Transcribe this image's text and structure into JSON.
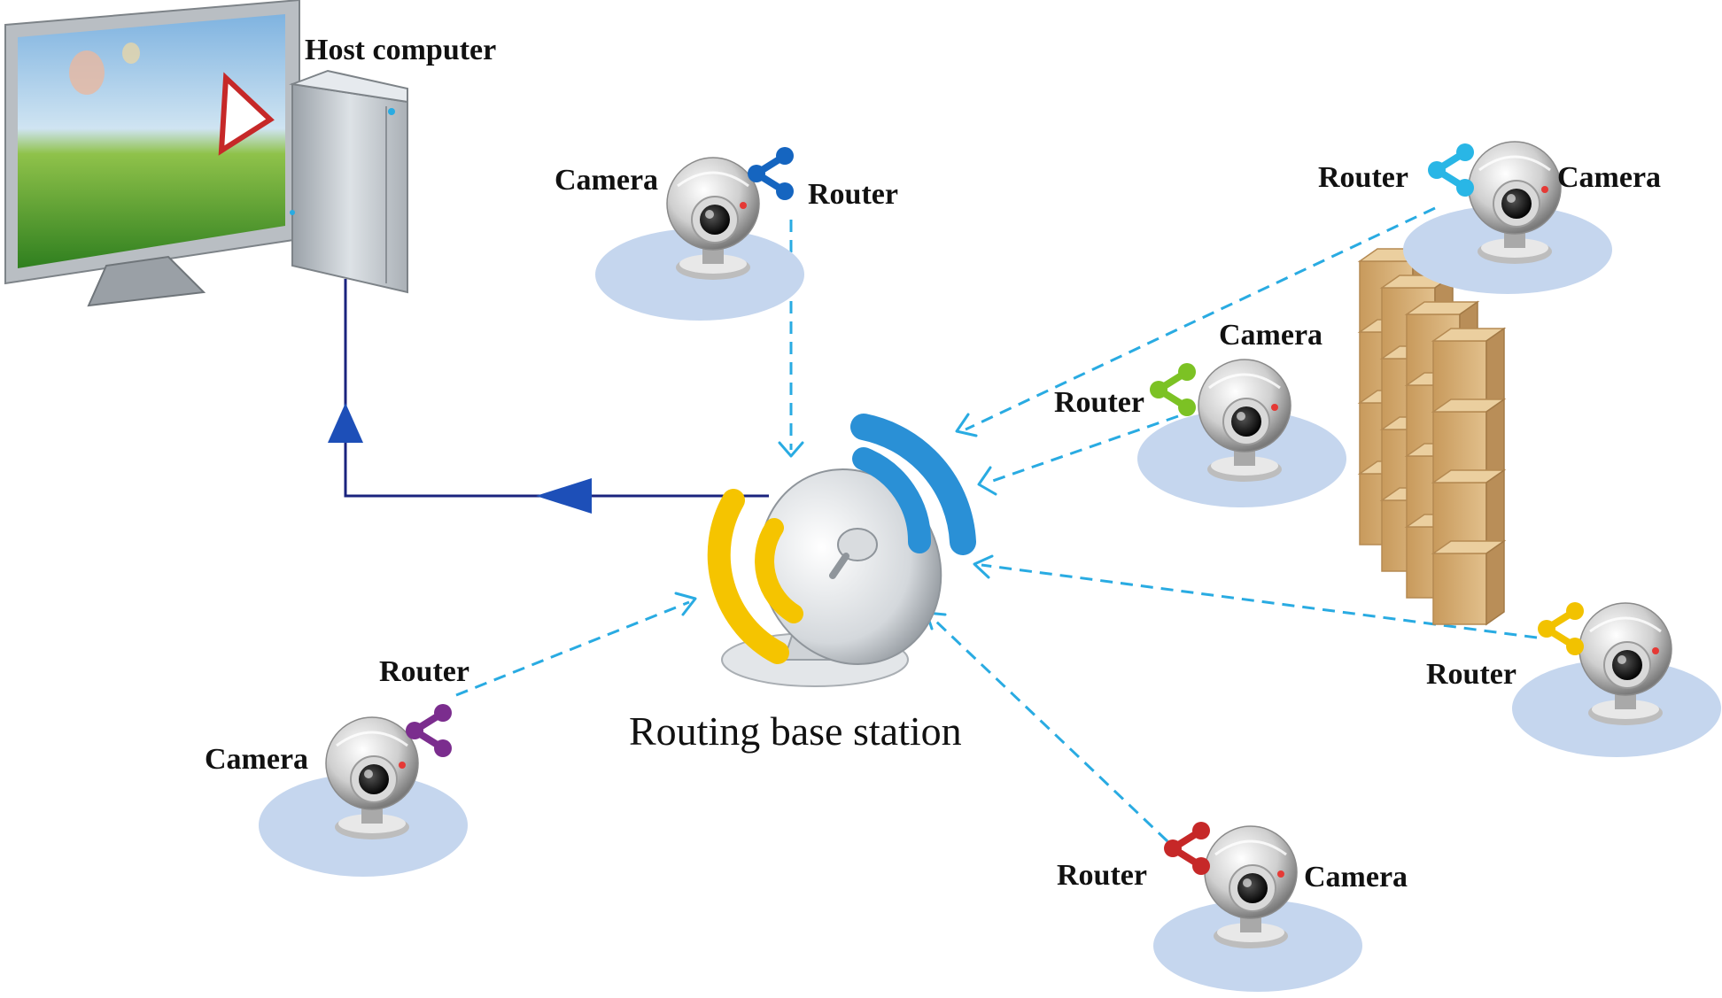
{
  "labels": {
    "host": "Host computer",
    "station": "Routing base station",
    "camera": "Camera",
    "router": "Router"
  },
  "colors": {
    "link_dashed": "#29abe2",
    "link_solid": "#1a237e",
    "arrow_solid": "#1d4fb8",
    "pad": "#c5d6ee",
    "signal_blue": "#2a90d6",
    "signal_yellow": "#f5c400",
    "wall": "#d8b27a"
  },
  "nodes": [
    {
      "id": "n1",
      "router_color": "#1565c0",
      "router_icon": "share-icon"
    },
    {
      "id": "n2",
      "router_color": "#29b6e6",
      "router_icon": "share-icon"
    },
    {
      "id": "n3",
      "router_color": "#7cc224",
      "router_icon": "share-icon"
    },
    {
      "id": "n4",
      "router_color": "#f2c200",
      "router_icon": "share-icon"
    },
    {
      "id": "n5",
      "router_color": "#c62828",
      "router_icon": "share-icon"
    },
    {
      "id": "n6",
      "router_color": "#7b2d8e",
      "router_icon": "share-icon"
    }
  ]
}
